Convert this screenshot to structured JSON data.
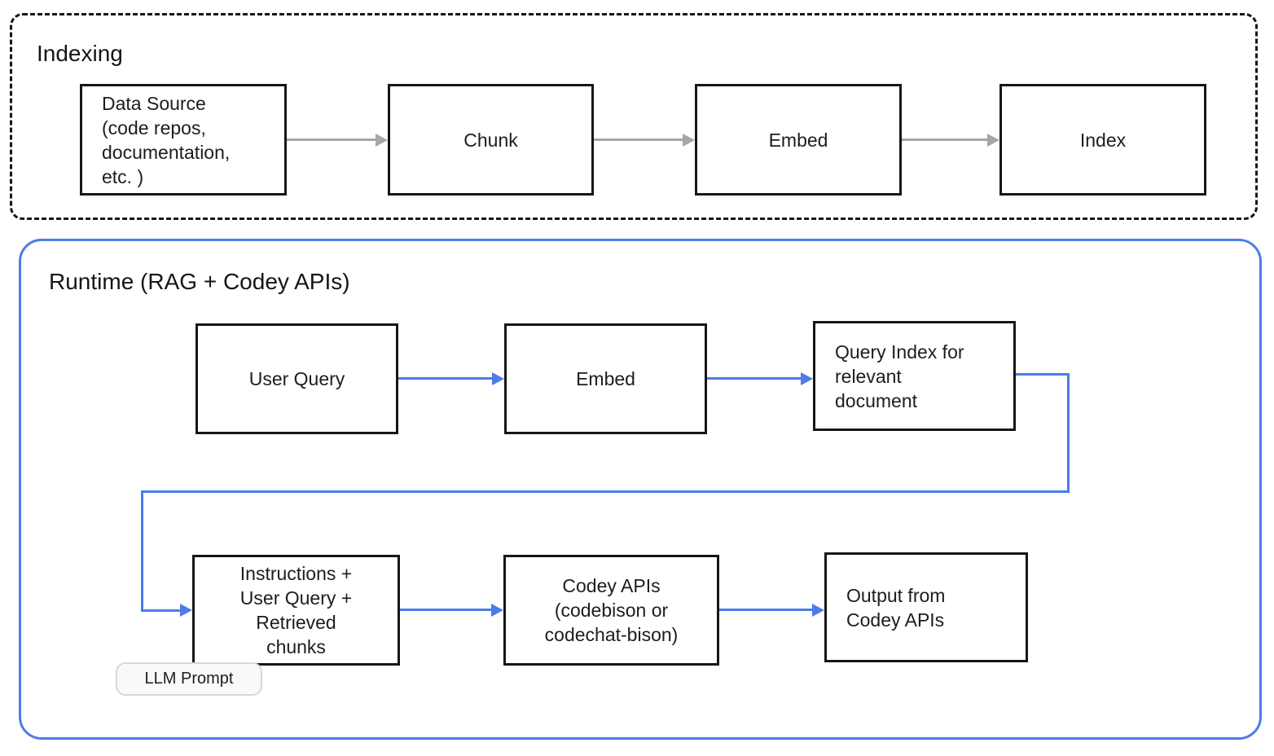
{
  "colors": {
    "blue": "#4d7ce9",
    "gray": "#a6a6a6",
    "box_border": "#161616",
    "tag_bg": "#f8f9fa",
    "tag_border": "#d5d7db"
  },
  "indexing": {
    "title": "Indexing",
    "nodes": [
      {
        "label": "Data Source\n(code repos,\ndocumentation,\netc. )"
      },
      {
        "label": "Chunk"
      },
      {
        "label": "Embed"
      },
      {
        "label": "Index"
      }
    ]
  },
  "runtime": {
    "title": "Runtime (RAG + Codey APIs)",
    "row1": [
      {
        "label": "User Query"
      },
      {
        "label": "Embed"
      },
      {
        "label": "Query Index for\nrelevant\ndocument"
      }
    ],
    "row2": [
      {
        "label": "Instructions +\nUser Query +\nRetrieved\nchunks"
      },
      {
        "label": "Codey APIs\n(codebison or\ncodechat-bison)"
      },
      {
        "label": "Output from\nCodey APIs"
      }
    ],
    "llm_prompt_tag": "LLM Prompt"
  }
}
